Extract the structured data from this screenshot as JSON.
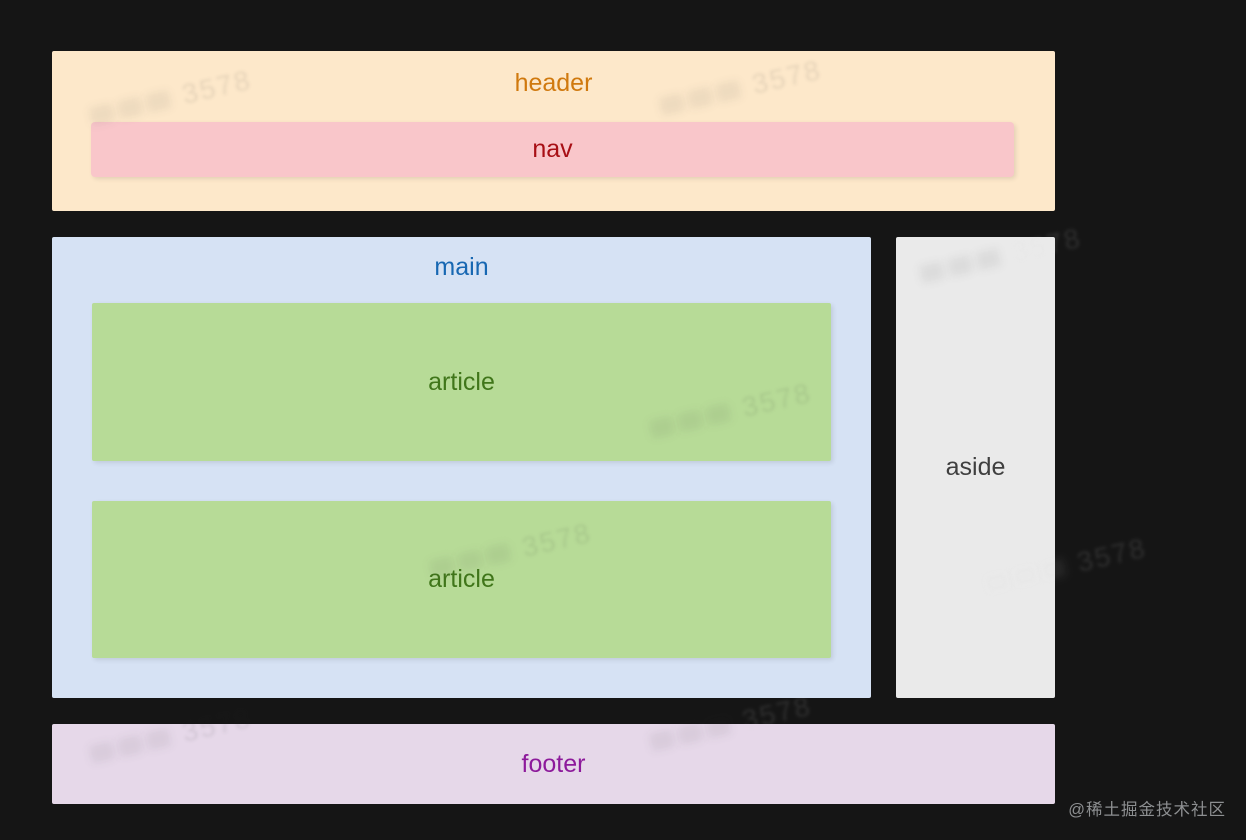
{
  "page": {
    "background_color": "#151515",
    "credit_text": "@稀土掘金技术社区"
  },
  "diagram": {
    "header": {
      "label": "header",
      "background": "#fde8ca",
      "text_color": "#d0790e"
    },
    "nav": {
      "label": "nav",
      "background": "#f9c6ca",
      "text_color": "#a80f15"
    },
    "main": {
      "label": "main",
      "background": "#d6e2f4",
      "text_color": "#1767b2"
    },
    "articles": [
      {
        "label": "article"
      },
      {
        "label": "article"
      }
    ],
    "article_style": {
      "background": "#b7db97",
      "text_color": "#40761a"
    },
    "aside": {
      "label": "aside",
      "background": "#eaeaea",
      "text_color": "#3f3f3f"
    },
    "footer": {
      "label": "footer",
      "background": "#e6d8e9",
      "text_color": "#8d1a9b"
    }
  },
  "watermark": {
    "text": "3578"
  }
}
